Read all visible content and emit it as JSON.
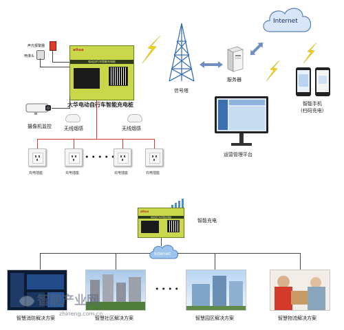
{
  "top": {
    "alarm_label": "声光报警器",
    "sprinkler_label": "喷淋头",
    "camera_label": "摄像机监控",
    "charger_caption": "大华电动自行车智能充电桩",
    "charger_brand": "alhua",
    "charger_band": "电动自行车智能充电桩",
    "smoke1_label": "无线烟感",
    "smoke2_label": "无线烟感",
    "socket_labels": [
      "充电插座",
      "充电插座",
      "充电插座",
      "充电插座"
    ],
    "tower_label": "信号塔",
    "server_label": "服务器",
    "internet_label": "Internet",
    "phone_label_1": "智能手机",
    "phone_label_2": "(扫码充电)",
    "platform_label": "运营管理平台"
  },
  "bottom": {
    "charger_label": "智能充电",
    "internet_label": "Internet",
    "solutions": [
      {
        "label": "智慧消防解决方案"
      },
      {
        "label": "智慧社区解决方案"
      },
      {
        "label": "智慧园区解决方案"
      },
      {
        "label": "智慧物流解决方案"
      }
    ],
    "watermark_cn": "智能产业网",
    "watermark_url": "zhineng.com.cn"
  },
  "colors": {
    "charger_green": "#c8d84a",
    "zap_yellow": "#f0d020",
    "cloud_blue": "#d8e6f8",
    "alarm_red": "#d43a2a"
  }
}
